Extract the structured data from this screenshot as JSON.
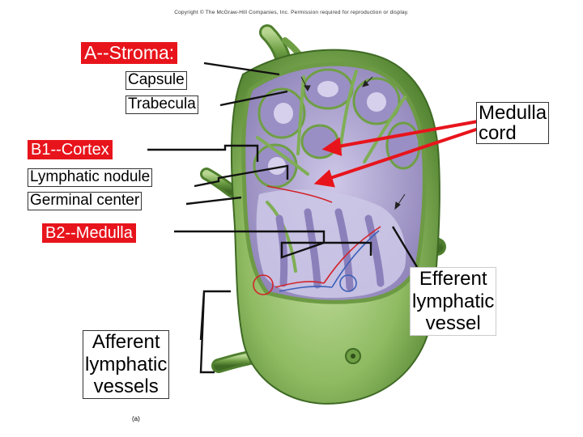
{
  "copyright": "Copyright © The McGraw-Hill Companies, Inc. Permission required for reproduction or display.",
  "labels": {
    "stroma": "A--Stroma:",
    "capsule": "Capsule",
    "trabecula": "Trabecula",
    "cortex": "B1--Cortex",
    "lymphatic_nodule": "Lymphatic nodule",
    "germinal_center": "Germinal center",
    "medulla": "B2--Medulla",
    "medulla_cord_1": "Medulla",
    "medulla_cord_2": "cord",
    "efferent_1": "Efferent",
    "efferent_2": "lymphatic",
    "efferent_3": "vessel",
    "afferent_1": "Afferent",
    "afferent_2": "lymphatic",
    "afferent_3": "vessels",
    "figure_tag": "(a)"
  },
  "colors": {
    "accent_red": "#e8141c",
    "node_green": "#86b45a",
    "capsule_light": "#b9d79a",
    "cortex_purple": "#a69cc8",
    "medulla_blue": "#c9c3e3"
  }
}
